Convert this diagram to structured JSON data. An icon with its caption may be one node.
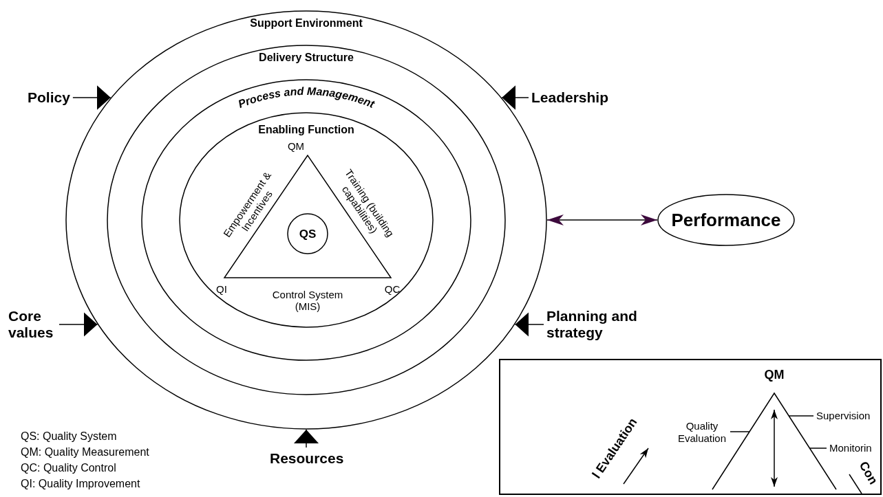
{
  "diagram": {
    "nodes": [
      {
        "text": [
          "Support Environment"
        ]
      },
      {
        "text": [
          "Delivery Structure"
        ],
        "in": 0
      },
      {
        "text": [
          "Process and Management"
        ],
        "in": 1
      },
      {
        "text": [
          "Enabling Function"
        ],
        "in": 2
      },
      {
        "text": [],
        "shape": "triangle",
        "in": 3,
        "beside": [
          "QM",
          "Empowerment & Incentives",
          "Training (building capabilities)",
          "QI",
          "Control System (MIS)",
          "QC"
        ]
      },
      {
        "text": [
          "QS"
        ],
        "in": 4
      },
      {
        "text": [
          "Performance"
        ]
      },
      {
        "text": [
          "Policy"
        ]
      },
      {
        "text": [
          "Leadership"
        ]
      },
      {
        "text": [
          "Core values"
        ]
      },
      {
        "text": [
          "Planning and strategy"
        ]
      },
      {
        "text": [
          "Resources"
        ]
      },
      {
        "text": [],
        "shape": "box"
      },
      {
        "text": [],
        "shape": "triangle",
        "in": 12,
        "beside": [
          "QM"
        ]
      },
      {
        "text": [
          "Quality Evaluation"
        ],
        "in": 12
      },
      {
        "text": [
          "Supervision"
        ],
        "in": 12
      },
      {
        "text": [
          "Monitorin"
        ],
        "in": 12
      }
    ],
    "edges": [
      {
        "from": 0,
        "to": 6,
        "arrow": "both"
      },
      {
        "from": 7,
        "to": 0,
        "arrow": "to"
      },
      {
        "from": 8,
        "to": 0,
        "arrow": "to"
      },
      {
        "from": 9,
        "to": 0,
        "arrow": "to"
      },
      {
        "from": 10,
        "to": 0,
        "arrow": "to"
      },
      {
        "from": 11,
        "to": 0,
        "arrow": "to"
      },
      {
        "from": 14,
        "to": 13,
        "arrow": "none"
      },
      {
        "from": 15,
        "to": 13,
        "arrow": "none"
      },
      {
        "from": 16,
        "to": 13,
        "arrow": "none"
      }
    ],
    "labels": [
      "QS: Quality System",
      "QM: Quality Measurement",
      "QC: Quality Control",
      "QI: Quality Improvement",
      "l Evaluation",
      "Con"
    ]
  }
}
